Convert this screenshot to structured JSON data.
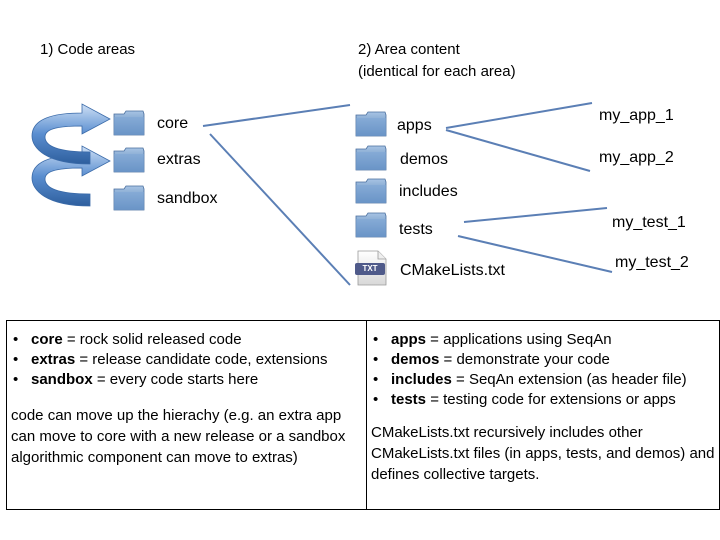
{
  "headings": {
    "code_areas": "1) Code areas",
    "area_content_line1": "2) Area content",
    "area_content_line2": "(identical for each area)"
  },
  "areas": [
    "core",
    "extras",
    "sandbox"
  ],
  "contents": {
    "apps": "apps",
    "demos": "demos",
    "includes": "includes",
    "tests": "tests",
    "cmakelists": "CMakeLists.txt",
    "txt_badge": "TXT"
  },
  "subitems": {
    "my_app_1": "my_app_1",
    "my_app_2": "my_app_2",
    "my_test_1": "my_test_1",
    "my_test_2": "my_test_2"
  },
  "left_box": {
    "bullets": [
      {
        "term": "core",
        "desc": " = rock solid released code"
      },
      {
        "term": "extras",
        "desc": " = release candidate code, extensions"
      },
      {
        "term": "sandbox",
        "desc": " = every code starts here"
      }
    ],
    "paragraph": "code can move up the hierachy (e.g. an extra app can move to core with a new release or a sandbox algorithmic component can move to extras)"
  },
  "right_box": {
    "bullets": [
      {
        "term": "apps",
        "desc": " = applications using SeqAn"
      },
      {
        "term": "demos",
        "desc": " = demonstrate your code"
      },
      {
        "term": "includes",
        "desc": " = SeqAn extension (as header file)"
      },
      {
        "term": "tests",
        "desc": " = testing code for extensions or apps"
      }
    ],
    "paragraph": "CMakeLists.txt recursively includes other CMakeLists.txt files (in apps, tests, and demos) and defines collective targets."
  },
  "bullet_char": "•",
  "colors": {
    "link_line": "#5b7fb5",
    "folder_light": "#a8c4e4",
    "folder_dark": "#4a78b0",
    "arrow": "#5a8ed0"
  }
}
